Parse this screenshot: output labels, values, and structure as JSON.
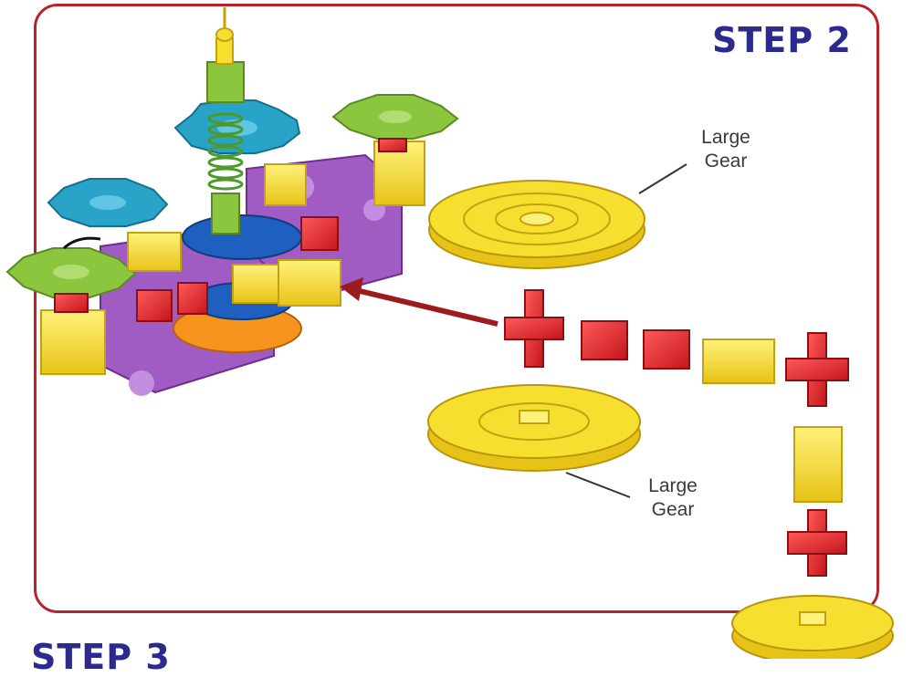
{
  "page": {
    "step_title": "STEP 2",
    "next_step_title": "STEP 3"
  },
  "callouts": [
    {
      "line1": "Large",
      "line2": "Gear"
    },
    {
      "line1": "Large",
      "line2": "Gear"
    }
  ],
  "colors": {
    "frame": "#b8222a",
    "title": "#2b2a8f",
    "gear_yellow": "#f7df2f",
    "gear_green": "#8cc63f",
    "gear_teal": "#2aa3c9",
    "piece_purple": "#a15cc4",
    "piece_red": "#e8252e",
    "piece_orange": "#f7941d",
    "piece_blue": "#1f5fbf",
    "arrow": "#9b1b1f"
  }
}
